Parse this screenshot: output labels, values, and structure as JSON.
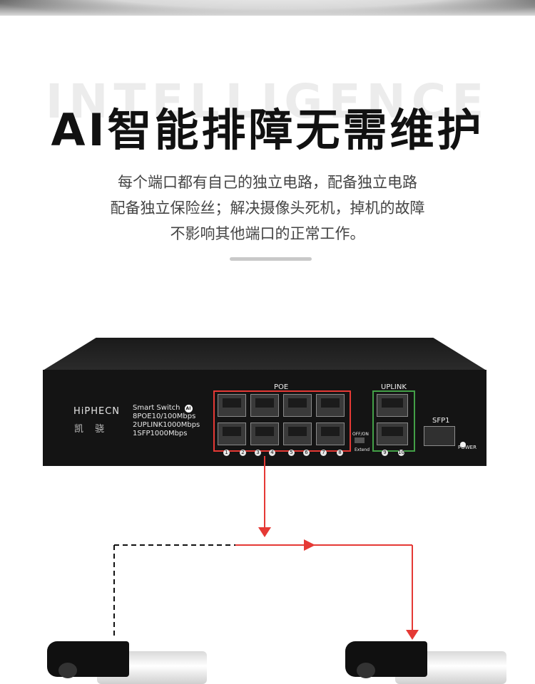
{
  "headline": {
    "title": "AI智能排障无需维护",
    "watermark": "INTELLIGENCE"
  },
  "description": {
    "lines": [
      "每个端口都有自己的独立电路，配备独立电路",
      "配备独立保险丝；解决摄像头死机，掉机的故障",
      "不影响其他端口的正常工作。"
    ]
  },
  "switch": {
    "brand_logo": "HiPHECN",
    "brand_cn": "凯 骁",
    "spec_title": "Smart Switch",
    "ai_badge": "AI",
    "spec_lines": [
      "8POE10/100Mbps",
      "2UPLINK1000Mbps",
      "1SFP1000Mbps"
    ],
    "poe_label": "POE",
    "uplink_label": "UPLINK",
    "sfp_label": "SFP1",
    "power_label": "POWER",
    "offon_label": "OFF/ON",
    "extend_label": "Extend",
    "poe_port_numbers": [
      "1",
      "2",
      "3",
      "4",
      "5",
      "6",
      "7",
      "8"
    ],
    "uplink_port_numbers": [
      "9",
      "10"
    ]
  },
  "colors": {
    "arrow": "#e53935",
    "poe_box": "#e53935",
    "uplink_box": "#43a047",
    "dashed_line": "#111111"
  }
}
